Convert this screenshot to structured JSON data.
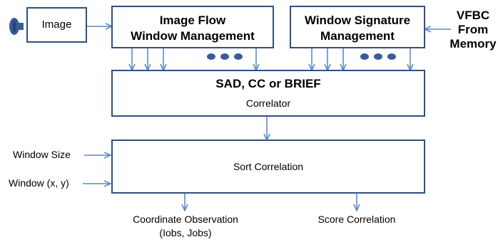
{
  "camera": {
    "icon": "camera-lens-icon",
    "color": "#3a5c98"
  },
  "image_box": {
    "label": "Image"
  },
  "flow_box": {
    "line1": "Image Flow",
    "line2": "Window Management"
  },
  "signature_box": {
    "line1": "Window Signature",
    "line2": "Management"
  },
  "vfbc": {
    "line1": "VFBC",
    "line2": "From",
    "line3": "Memory"
  },
  "correlator_box": {
    "title": "SAD, CC or BRIEF",
    "subtitle": "Correlator"
  },
  "sort_box": {
    "label": "Sort Correlation"
  },
  "inputs": {
    "window_size": "Window Size",
    "window_xy": "Window (x, y)"
  },
  "outputs": {
    "coord_line1": "Coordinate Observation",
    "coord_line2": "(Iobs, Jobs)",
    "score": "Score Correlation"
  },
  "colors": {
    "box_border": "#2f4f7f",
    "arrow": "#5b8ac6",
    "dots": "#3a5c98"
  }
}
